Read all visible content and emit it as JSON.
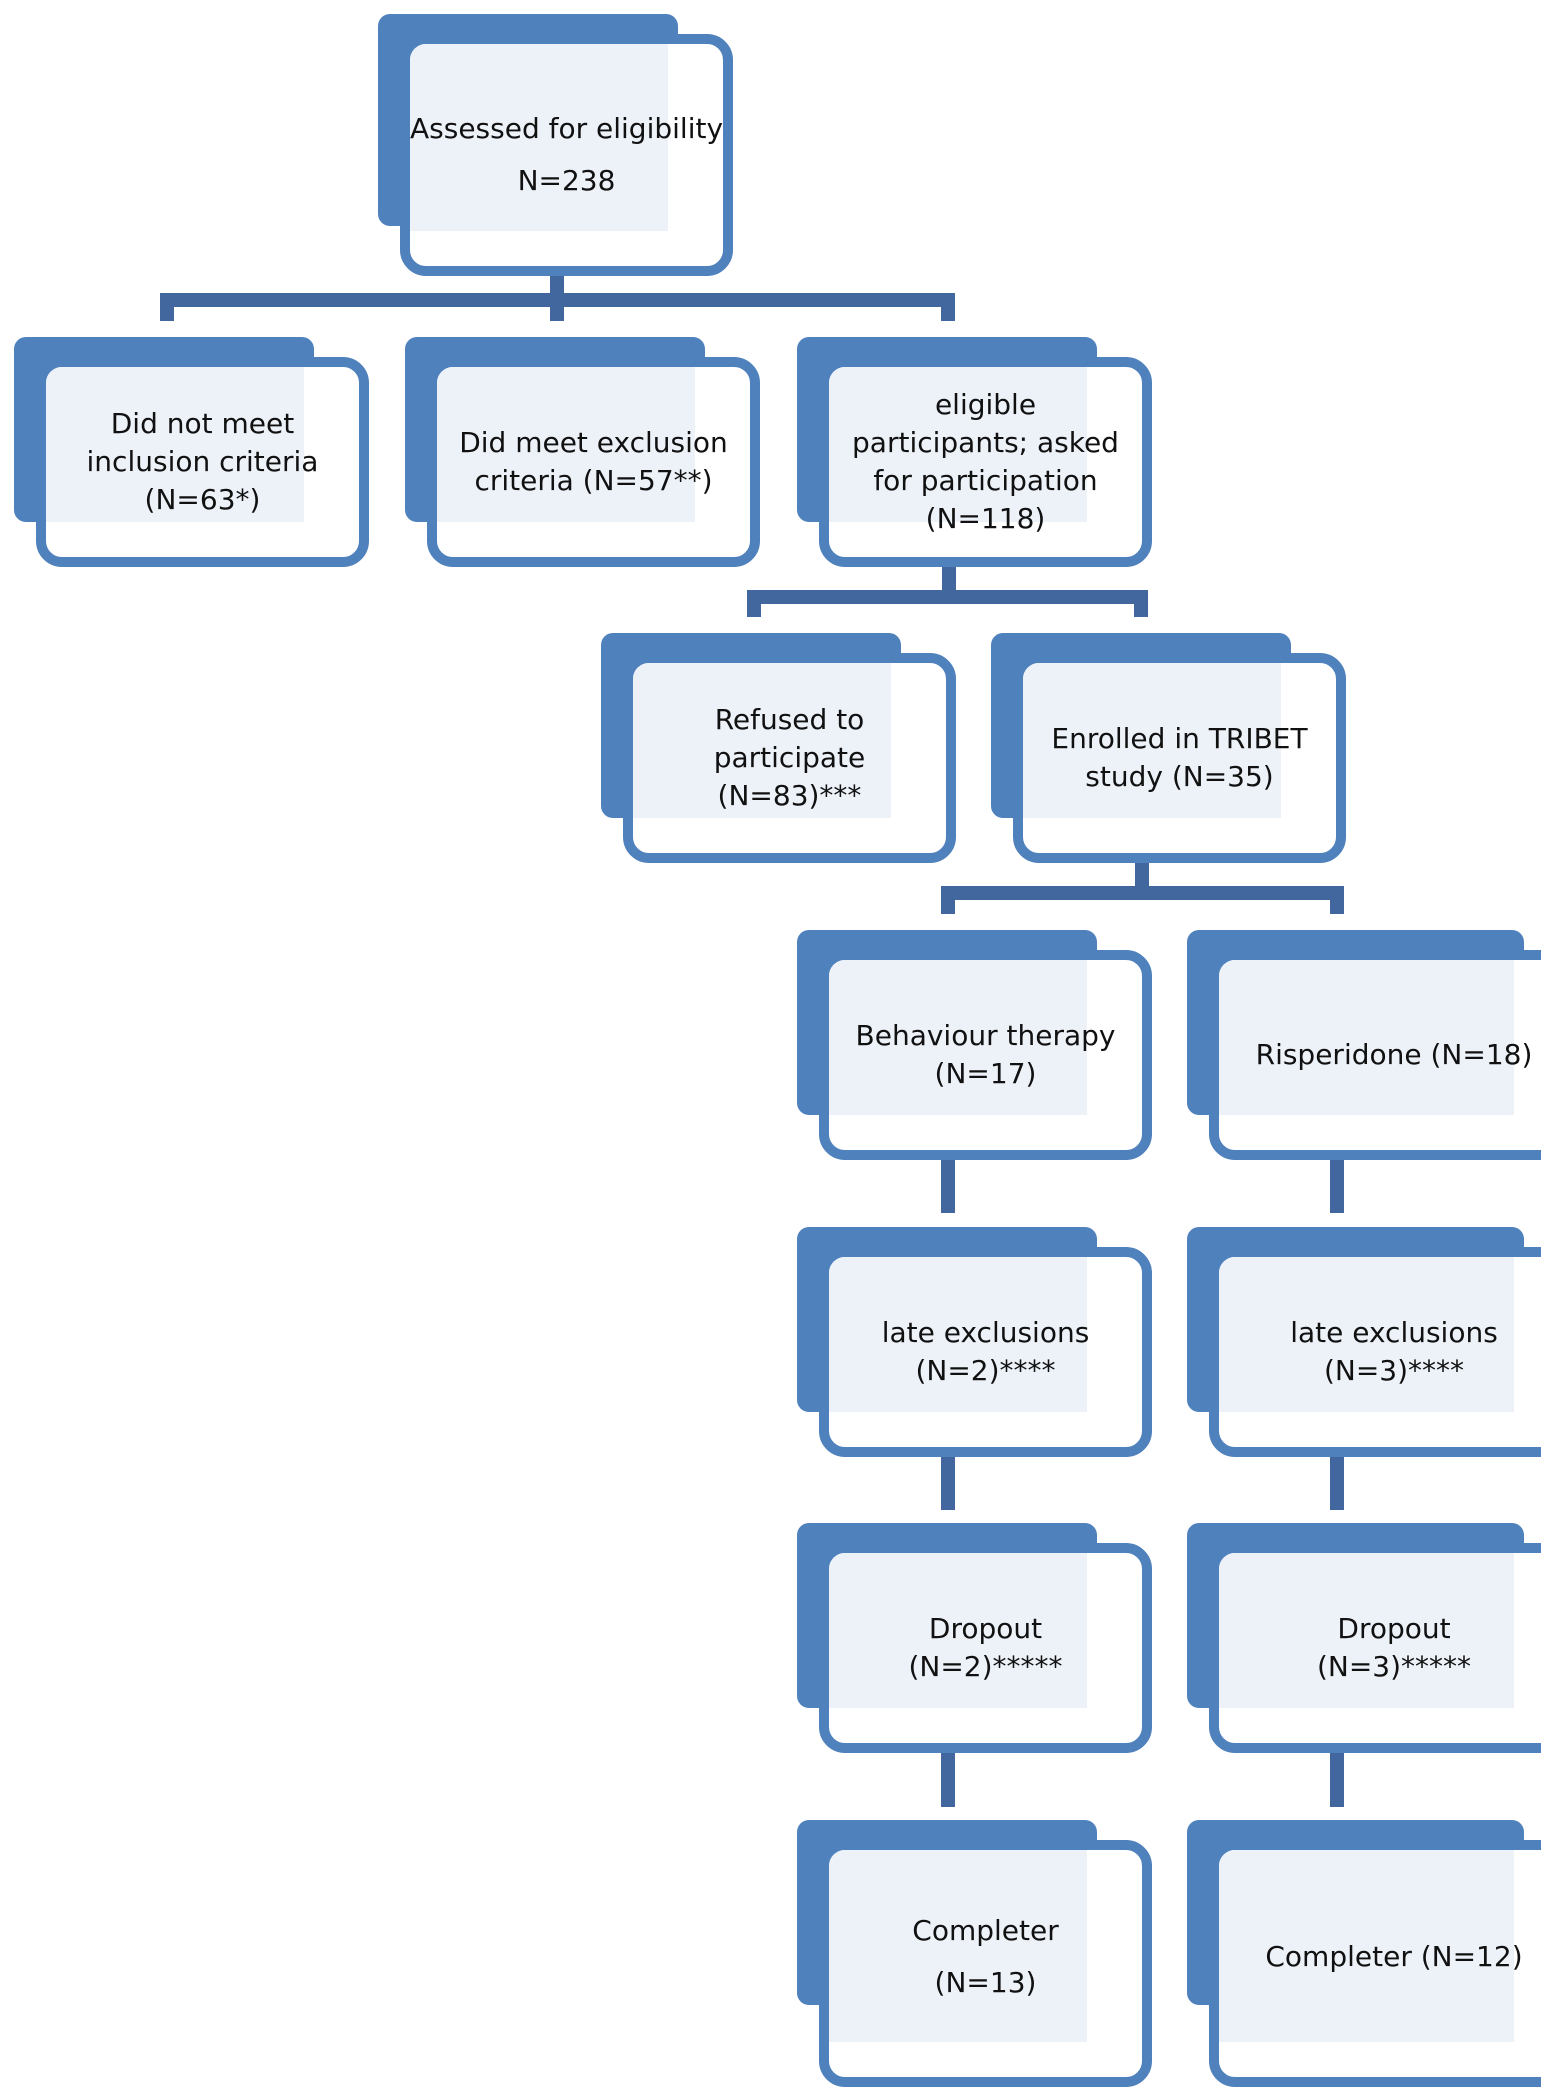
{
  "nodes": {
    "assessed": {
      "lines": [
        "Assessed for eligibility",
        "N=238"
      ]
    },
    "inclusion": {
      "lines": [
        "Did not meet",
        "inclusion criteria",
        "(N=63*)"
      ]
    },
    "exclusion": {
      "lines": [
        "Did meet exclusion",
        "criteria (N=57**)"
      ]
    },
    "eligible": {
      "lines": [
        "eligible",
        "participants; asked",
        "for participation",
        "(N=118)"
      ]
    },
    "refused": {
      "lines": [
        "Refused to",
        "participate",
        "(N=83)***"
      ]
    },
    "enrolled": {
      "lines": [
        "Enrolled in TRIBET",
        "study (N=35)"
      ]
    },
    "bt": {
      "lines": [
        "Behaviour therapy",
        "(N=17)"
      ]
    },
    "risp": {
      "lines": [
        "Risperidone (N=18)"
      ]
    },
    "bt_late": {
      "lines": [
        "late exclusions",
        "(N=2)****"
      ]
    },
    "risp_late": {
      "lines": [
        "late exclusions",
        "(N=3)****"
      ]
    },
    "bt_dropout": {
      "lines": [
        "Dropout",
        "(N=2)*****"
      ]
    },
    "risp_dropout": {
      "lines": [
        "Dropout",
        "(N=3)*****"
      ]
    },
    "bt_complete": {
      "lines": [
        "Completer",
        "(N=13)"
      ]
    },
    "risp_complete": {
      "lines": [
        "Completer (N=12)"
      ]
    }
  },
  "colors": {
    "box_border": "#4f81bd",
    "box_shadow": "#4f81bd",
    "box_fill": "#edf2f9",
    "connector": "#41679e"
  }
}
